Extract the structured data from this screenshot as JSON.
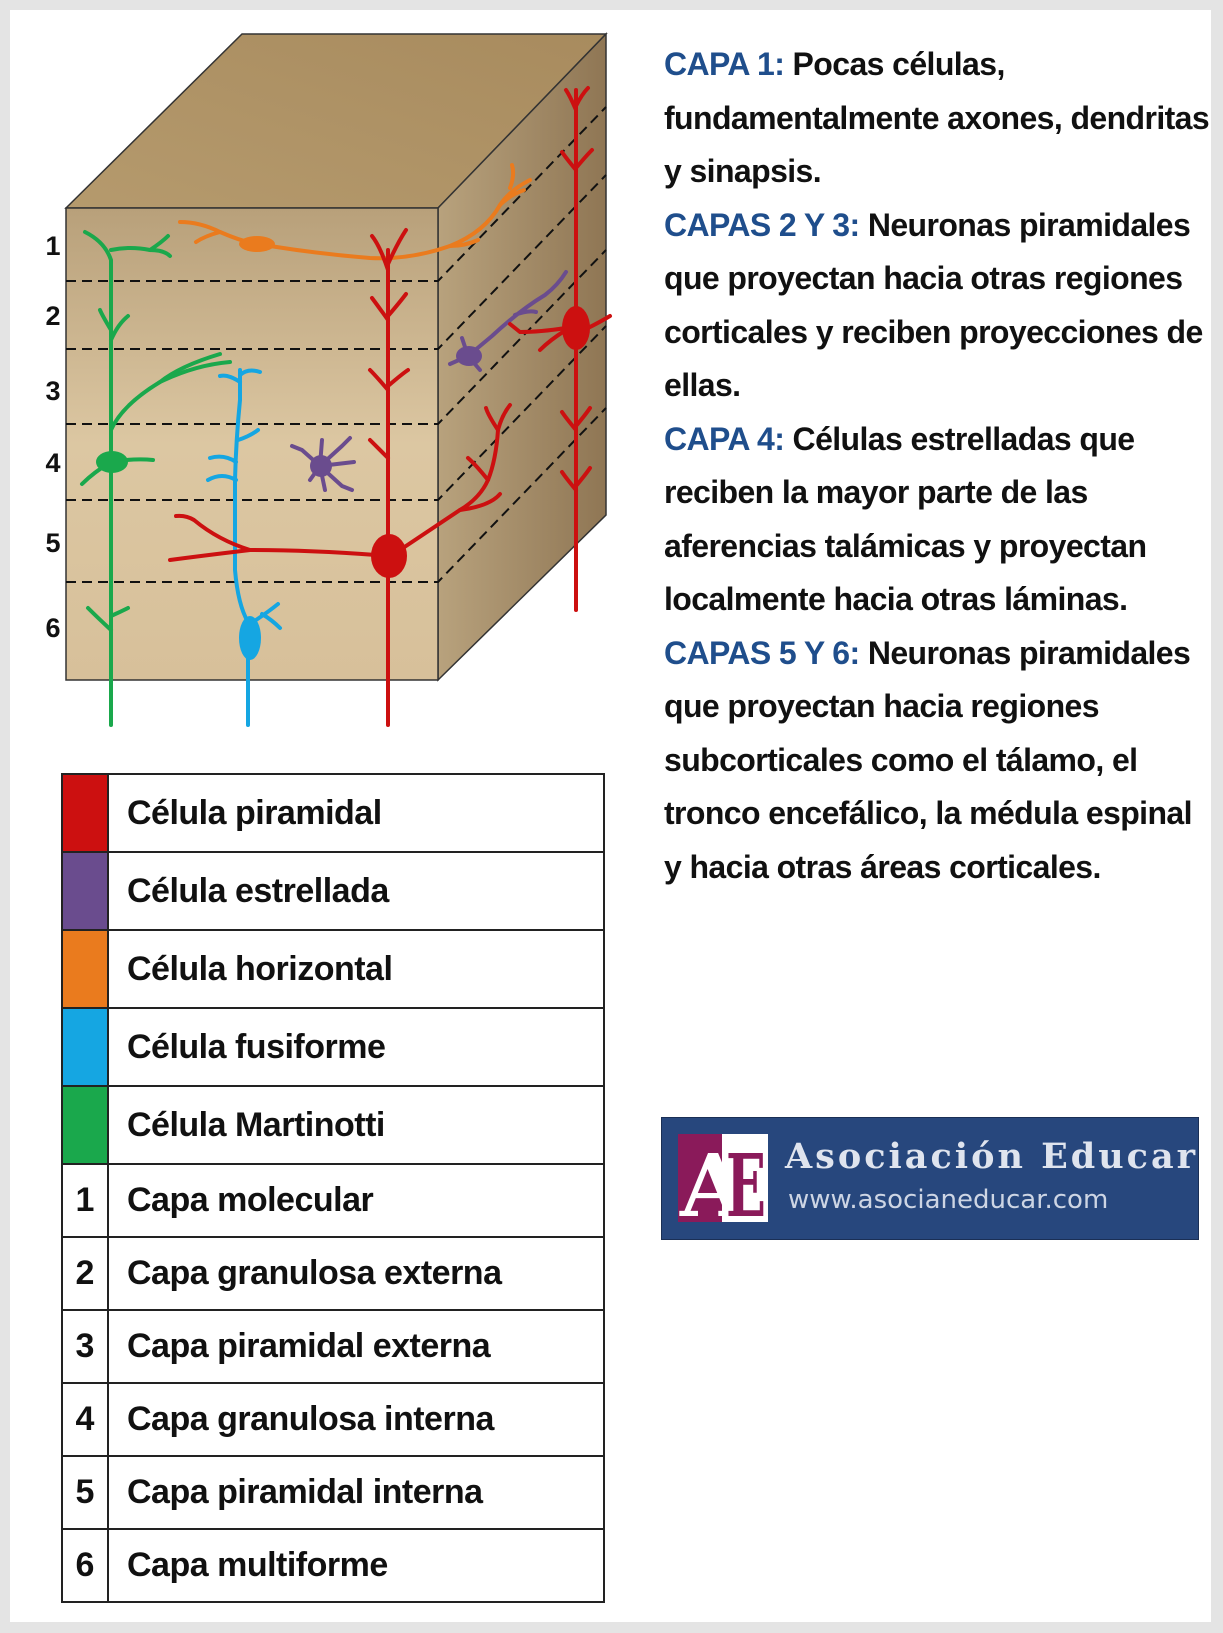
{
  "diagram": {
    "layer_numbers": [
      "1",
      "2",
      "3",
      "4",
      "5",
      "6"
    ]
  },
  "legend": {
    "cells": [
      {
        "color": "#cc1010",
        "label": "Célula piramidal"
      },
      {
        "color": "#6a4c8e",
        "label": "Célula estrellada"
      },
      {
        "color": "#ea7b1e",
        "label": "Célula horizontal"
      },
      {
        "color": "#15a6e2",
        "label": "Célula fusiforme"
      },
      {
        "color": "#1aa84c",
        "label": "Célula Martinotti"
      }
    ],
    "layers": [
      {
        "num": "1",
        "label": "Capa molecular"
      },
      {
        "num": "2",
        "label": "Capa granulosa externa"
      },
      {
        "num": "3",
        "label": "Capa piramidal externa"
      },
      {
        "num": "4",
        "label": "Capa granulosa interna"
      },
      {
        "num": "5",
        "label": "Capa piramidal interna"
      },
      {
        "num": "6",
        "label": "Capa multiforme"
      }
    ]
  },
  "description": [
    {
      "title": "CAPA 1:",
      "text": " Pocas células, fundamentalmente axones, dendritas y sinapsis."
    },
    {
      "title": "CAPAS 2 Y 3:",
      "text": " Neuronas piramidales que proyectan hacia otras regiones corticales y reciben proyecciones de ellas."
    },
    {
      "title": "CAPA 4:",
      "text": " Células estrelladas que reciben la mayor parte de las aferencias talámicas y proyectan localmente hacia otras láminas."
    },
    {
      "title": "CAPAS 5 Y 6:",
      "text": " Neuronas piramidales que proyectan hacia regiones subcorticales como el tálamo, el tronco encefálico, la médula espinal y hacia otras áreas corticales."
    }
  ],
  "logo": {
    "letters": "AE",
    "org": "Asociación Educar",
    "url": "www.asocianeducar.com"
  },
  "colors": {
    "title_blue": "#1f4e8c",
    "logo_bg": "#27477d",
    "logo_mark": "#8a1a5a"
  }
}
